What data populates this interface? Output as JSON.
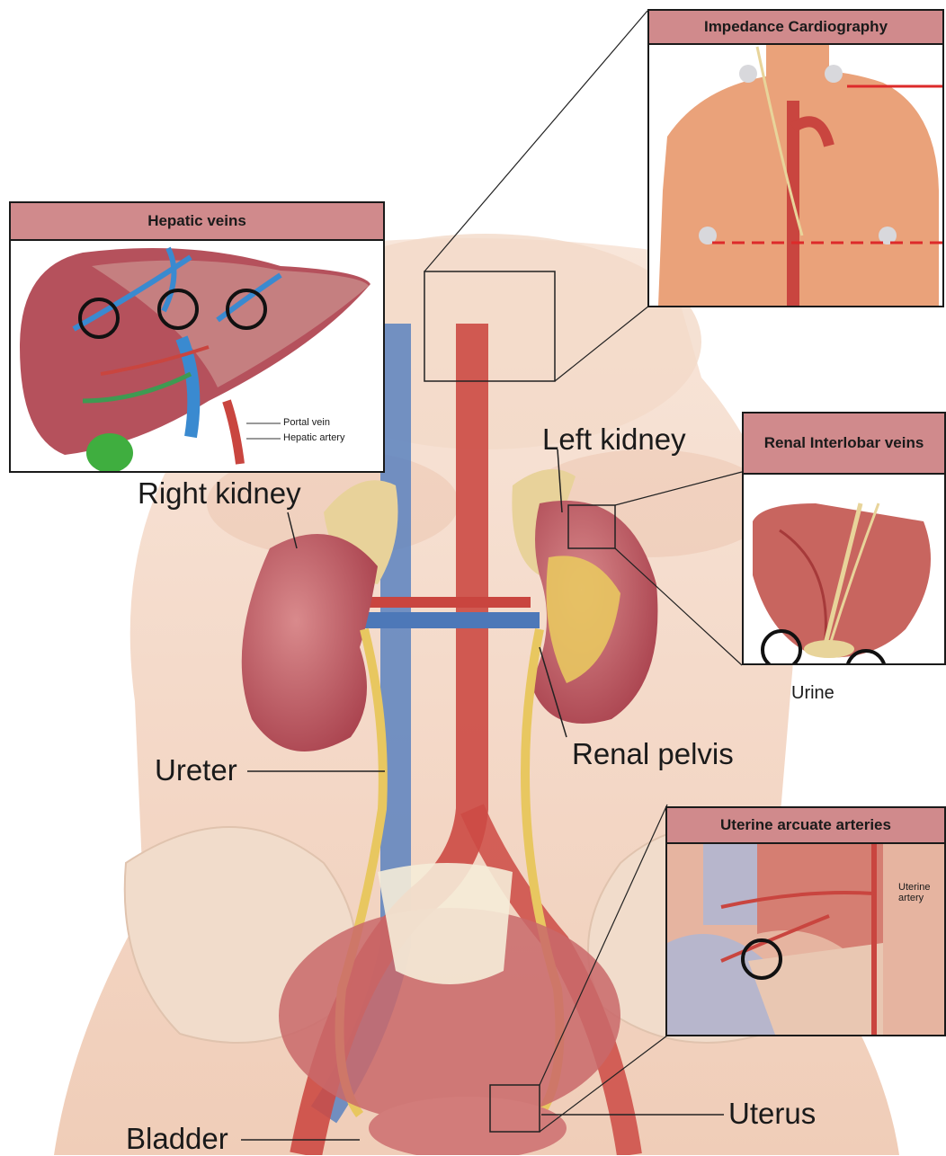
{
  "labels": {
    "right_kidney": "Right kidney",
    "left_kidney": "Left kidney",
    "ureter": "Ureter",
    "renal_pelvis": "Renal pelvis",
    "uterus": "Uterus",
    "bladder": "Bladder"
  },
  "insets": {
    "hepatic": {
      "title": "Hepatic veins",
      "portal_vein": "Portal vein",
      "hepatic_artery": "Hepatic artery"
    },
    "impedance": {
      "title": "Impedance Cardiography"
    },
    "renal": {
      "title": "Renal Interlobar veins",
      "urine": "Urine"
    },
    "uterine": {
      "title": "Uterine arcuate arteries",
      "uterine_artery": "Uterine artery"
    }
  },
  "colors": {
    "title_bg": "#d08a8c",
    "skin": "#f2d3c0",
    "artery": "#c9453f",
    "vein": "#4d78b8",
    "ureter": "#e8c760",
    "kidney": "#b95560"
  }
}
